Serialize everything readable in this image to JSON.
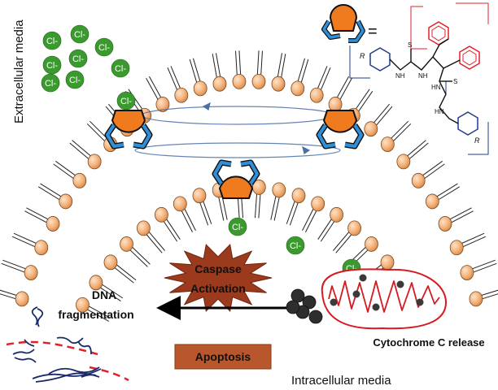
{
  "labels": {
    "extracellular": "Extracellular media",
    "intracellular": "Intracellular media",
    "dna_line1": "DNA",
    "dna_line2": "fragmentation",
    "caspase_line1": "Caspase",
    "caspase_line2": "Activation",
    "apoptosis": "Apoptosis",
    "cytochrome": "Cytochrome C release"
  },
  "ion": {
    "label": "Cl-",
    "color": "#3a9a2e"
  },
  "structure": {
    "equals": "=",
    "r_group": "R",
    "nh": "NH",
    "hn": "HN",
    "s": "S"
  },
  "colors": {
    "lipid_head": "#f4b27a",
    "carrier": "#f07a1e",
    "carrier_arm": "#2f8fd8",
    "burst": "#9b3a1c",
    "apoptosis_box": "#b8562c",
    "mitochondrion": "#d71920",
    "dna_strand": "#1a2a6c",
    "dna_dash": "#e0202a",
    "structure_red": "#e0202a",
    "structure_blue": "#1f3c8a"
  }
}
